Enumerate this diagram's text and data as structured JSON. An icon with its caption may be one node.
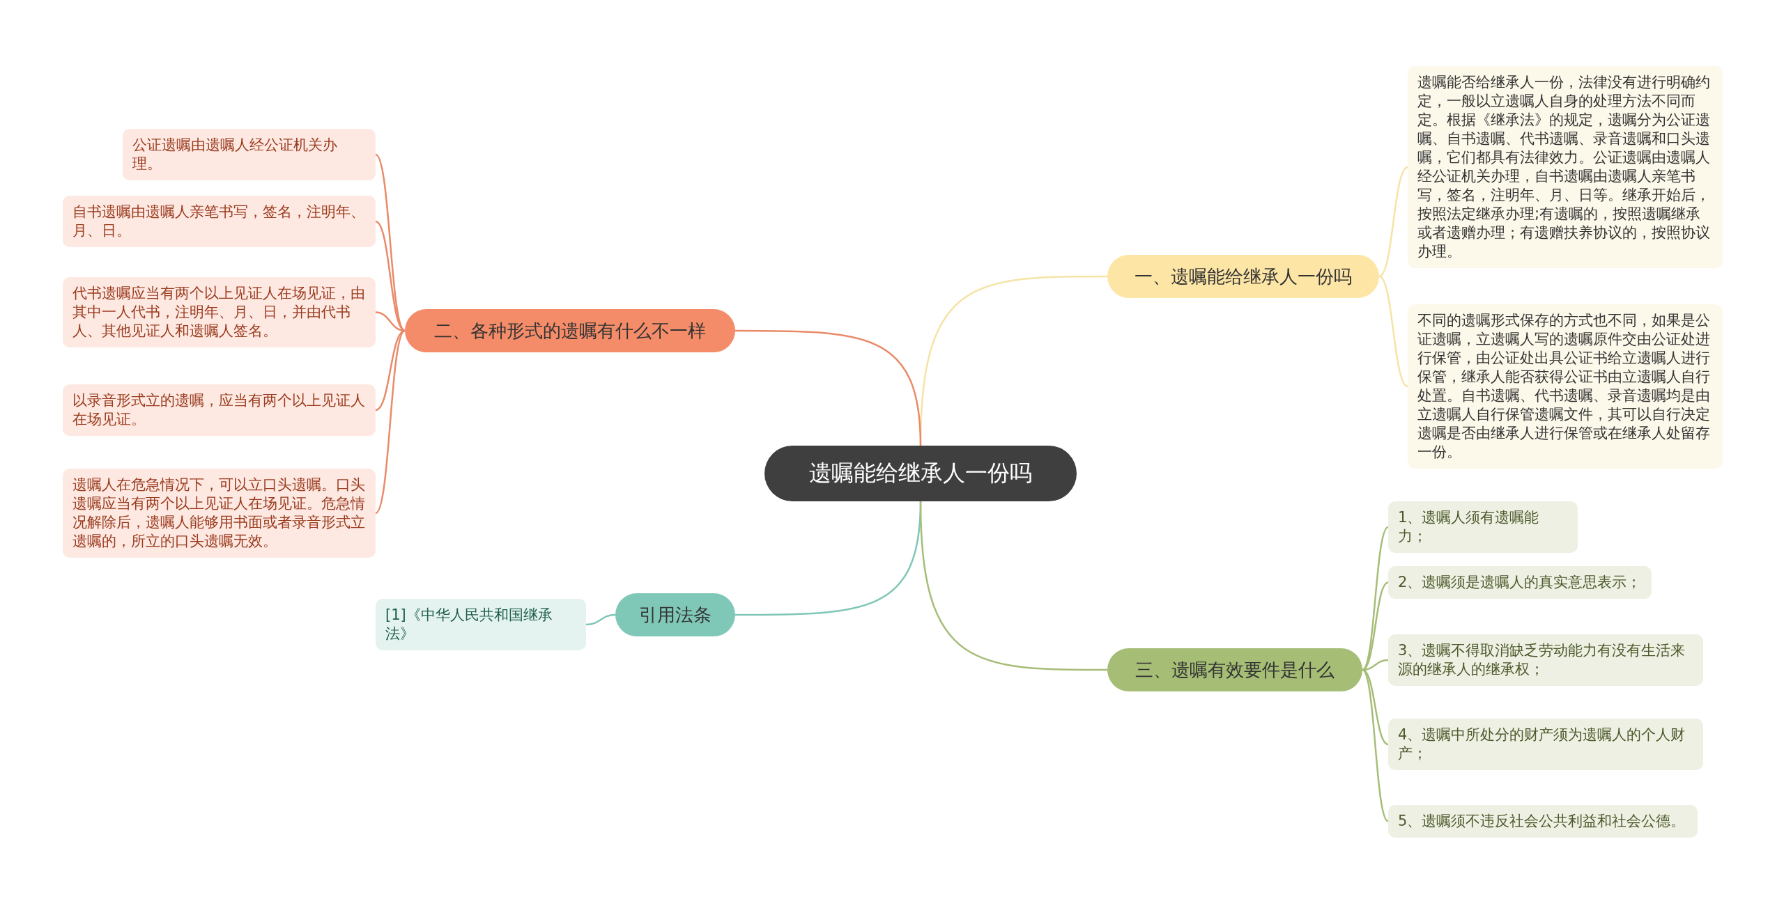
{
  "diagram": {
    "nodes": [
      {
        "text": [
          "遗嘱能给继承人一份吗"
        ]
      },
      {
        "text": [
          "一、遗嘱能给继承人一份吗"
        ]
      },
      {
        "text": [
          "遗嘱能否给继承人一份，法律没有进行明确约定，一般以立遗嘱人自身的处理方法不同而定。根据《继承法》的规定，遗嘱分为公证遗嘱、自书遗嘱、代书遗嘱、录音遗嘱和口头遗嘱，它们都具有法律效力。公证遗嘱由遗嘱人经公证机关办理，自书遗嘱由遗嘱人亲笔书写，签名，注明年、月、日等。继承开始后，按照法定继承办理;有遗嘱的，按照遗嘱继承或者遗赠办理；有遗赠扶养协议的，按照协议办理。"
        ]
      },
      {
        "text": [
          "不同的遗嘱形式保存的方式也不同，如果是公证遗嘱，立遗嘱人写的遗嘱原件交由公证处进行保管，由公证处出具公证书给立遗嘱人进行保管，继承人能否获得公证书由立遗嘱人自行处置。自书遗嘱、代书遗嘱、录音遗嘱均是由立遗嘱人自行保管遗嘱文件，其可以自行决定遗嘱是否由继承人进行保管或在继承人处留存一份。"
        ]
      },
      {
        "text": [
          "二、各种形式的遗嘱有什么不一样"
        ]
      },
      {
        "text": [
          "公证遗嘱由遗嘱人经公证机关办理。"
        ]
      },
      {
        "text": [
          "自书遗嘱由遗嘱人亲笔书写，签名，注明年、月、日。"
        ]
      },
      {
        "text": [
          "代书遗嘱应当有两个以上见证人在场见证，由其中一人代书，注明年、月、日，并由代书人、其他见证人和遗嘱人签名。"
        ]
      },
      {
        "text": [
          "以录音形式立的遗嘱，应当有两个以上见证人在场见证。"
        ]
      },
      {
        "text": [
          "遗嘱人在危急情况下，可以立口头遗嘱。口头遗嘱应当有两个以上见证人在场见证。危急情况解除后，遗嘱人能够用书面或者录音形式立遗嘱的，所立的口头遗嘱无效。"
        ]
      },
      {
        "text": [
          "引用法条"
        ]
      },
      {
        "text": [
          "[1]《中华人民共和国继承法》"
        ]
      },
      {
        "text": [
          "三、遗嘱有效要件是什么"
        ]
      },
      {
        "text": [
          "1、遗嘱人须有遗嘱能力；"
        ]
      },
      {
        "text": [
          "2、遗嘱须是遗嘱人的真实意思表示；"
        ]
      },
      {
        "text": [
          "3、遗嘱不得取消缺乏劳动能力有没有生活来源的继承人的继承权；"
        ]
      },
      {
        "text": [
          "4、遗嘱中所处分的财产须为遗嘱人的个人财产；"
        ]
      },
      {
        "text": [
          "5、遗嘱须不违反社会公共利益和社会公德。"
        ]
      }
    ],
    "edges": [
      {
        "from": 0,
        "to": 1,
        "arrow": "none",
        "color": "#f6e3a6"
      },
      {
        "from": 1,
        "to": 2,
        "arrow": "none",
        "color": "#f6e3a6"
      },
      {
        "from": 1,
        "to": 3,
        "arrow": "none",
        "color": "#f6e3a6"
      },
      {
        "from": 0,
        "to": 4,
        "arrow": "none",
        "color": "#e98a68"
      },
      {
        "from": 4,
        "to": 5,
        "arrow": "none",
        "color": "#e98a68"
      },
      {
        "from": 4,
        "to": 6,
        "arrow": "none",
        "color": "#e98a68"
      },
      {
        "from": 4,
        "to": 7,
        "arrow": "none",
        "color": "#e98a68"
      },
      {
        "from": 4,
        "to": 8,
        "arrow": "none",
        "color": "#e98a68"
      },
      {
        "from": 4,
        "to": 9,
        "arrow": "none",
        "color": "#e98a68"
      },
      {
        "from": 0,
        "to": 10,
        "arrow": "none",
        "color": "#7fc6b6"
      },
      {
        "from": 10,
        "to": 11,
        "arrow": "none",
        "color": "#7fc6b6"
      },
      {
        "from": 0,
        "to": 12,
        "arrow": "none",
        "color": "#a6bd78"
      },
      {
        "from": 12,
        "to": 13,
        "arrow": "none",
        "color": "#a6bd78"
      },
      {
        "from": 12,
        "to": 14,
        "arrow": "none",
        "color": "#a6bd78"
      },
      {
        "from": 12,
        "to": 15,
        "arrow": "none",
        "color": "#a6bd78"
      },
      {
        "from": 12,
        "to": 16,
        "arrow": "none",
        "color": "#a6bd78"
      },
      {
        "from": 12,
        "to": 17,
        "arrow": "none",
        "color": "#a6bd78"
      }
    ]
  }
}
